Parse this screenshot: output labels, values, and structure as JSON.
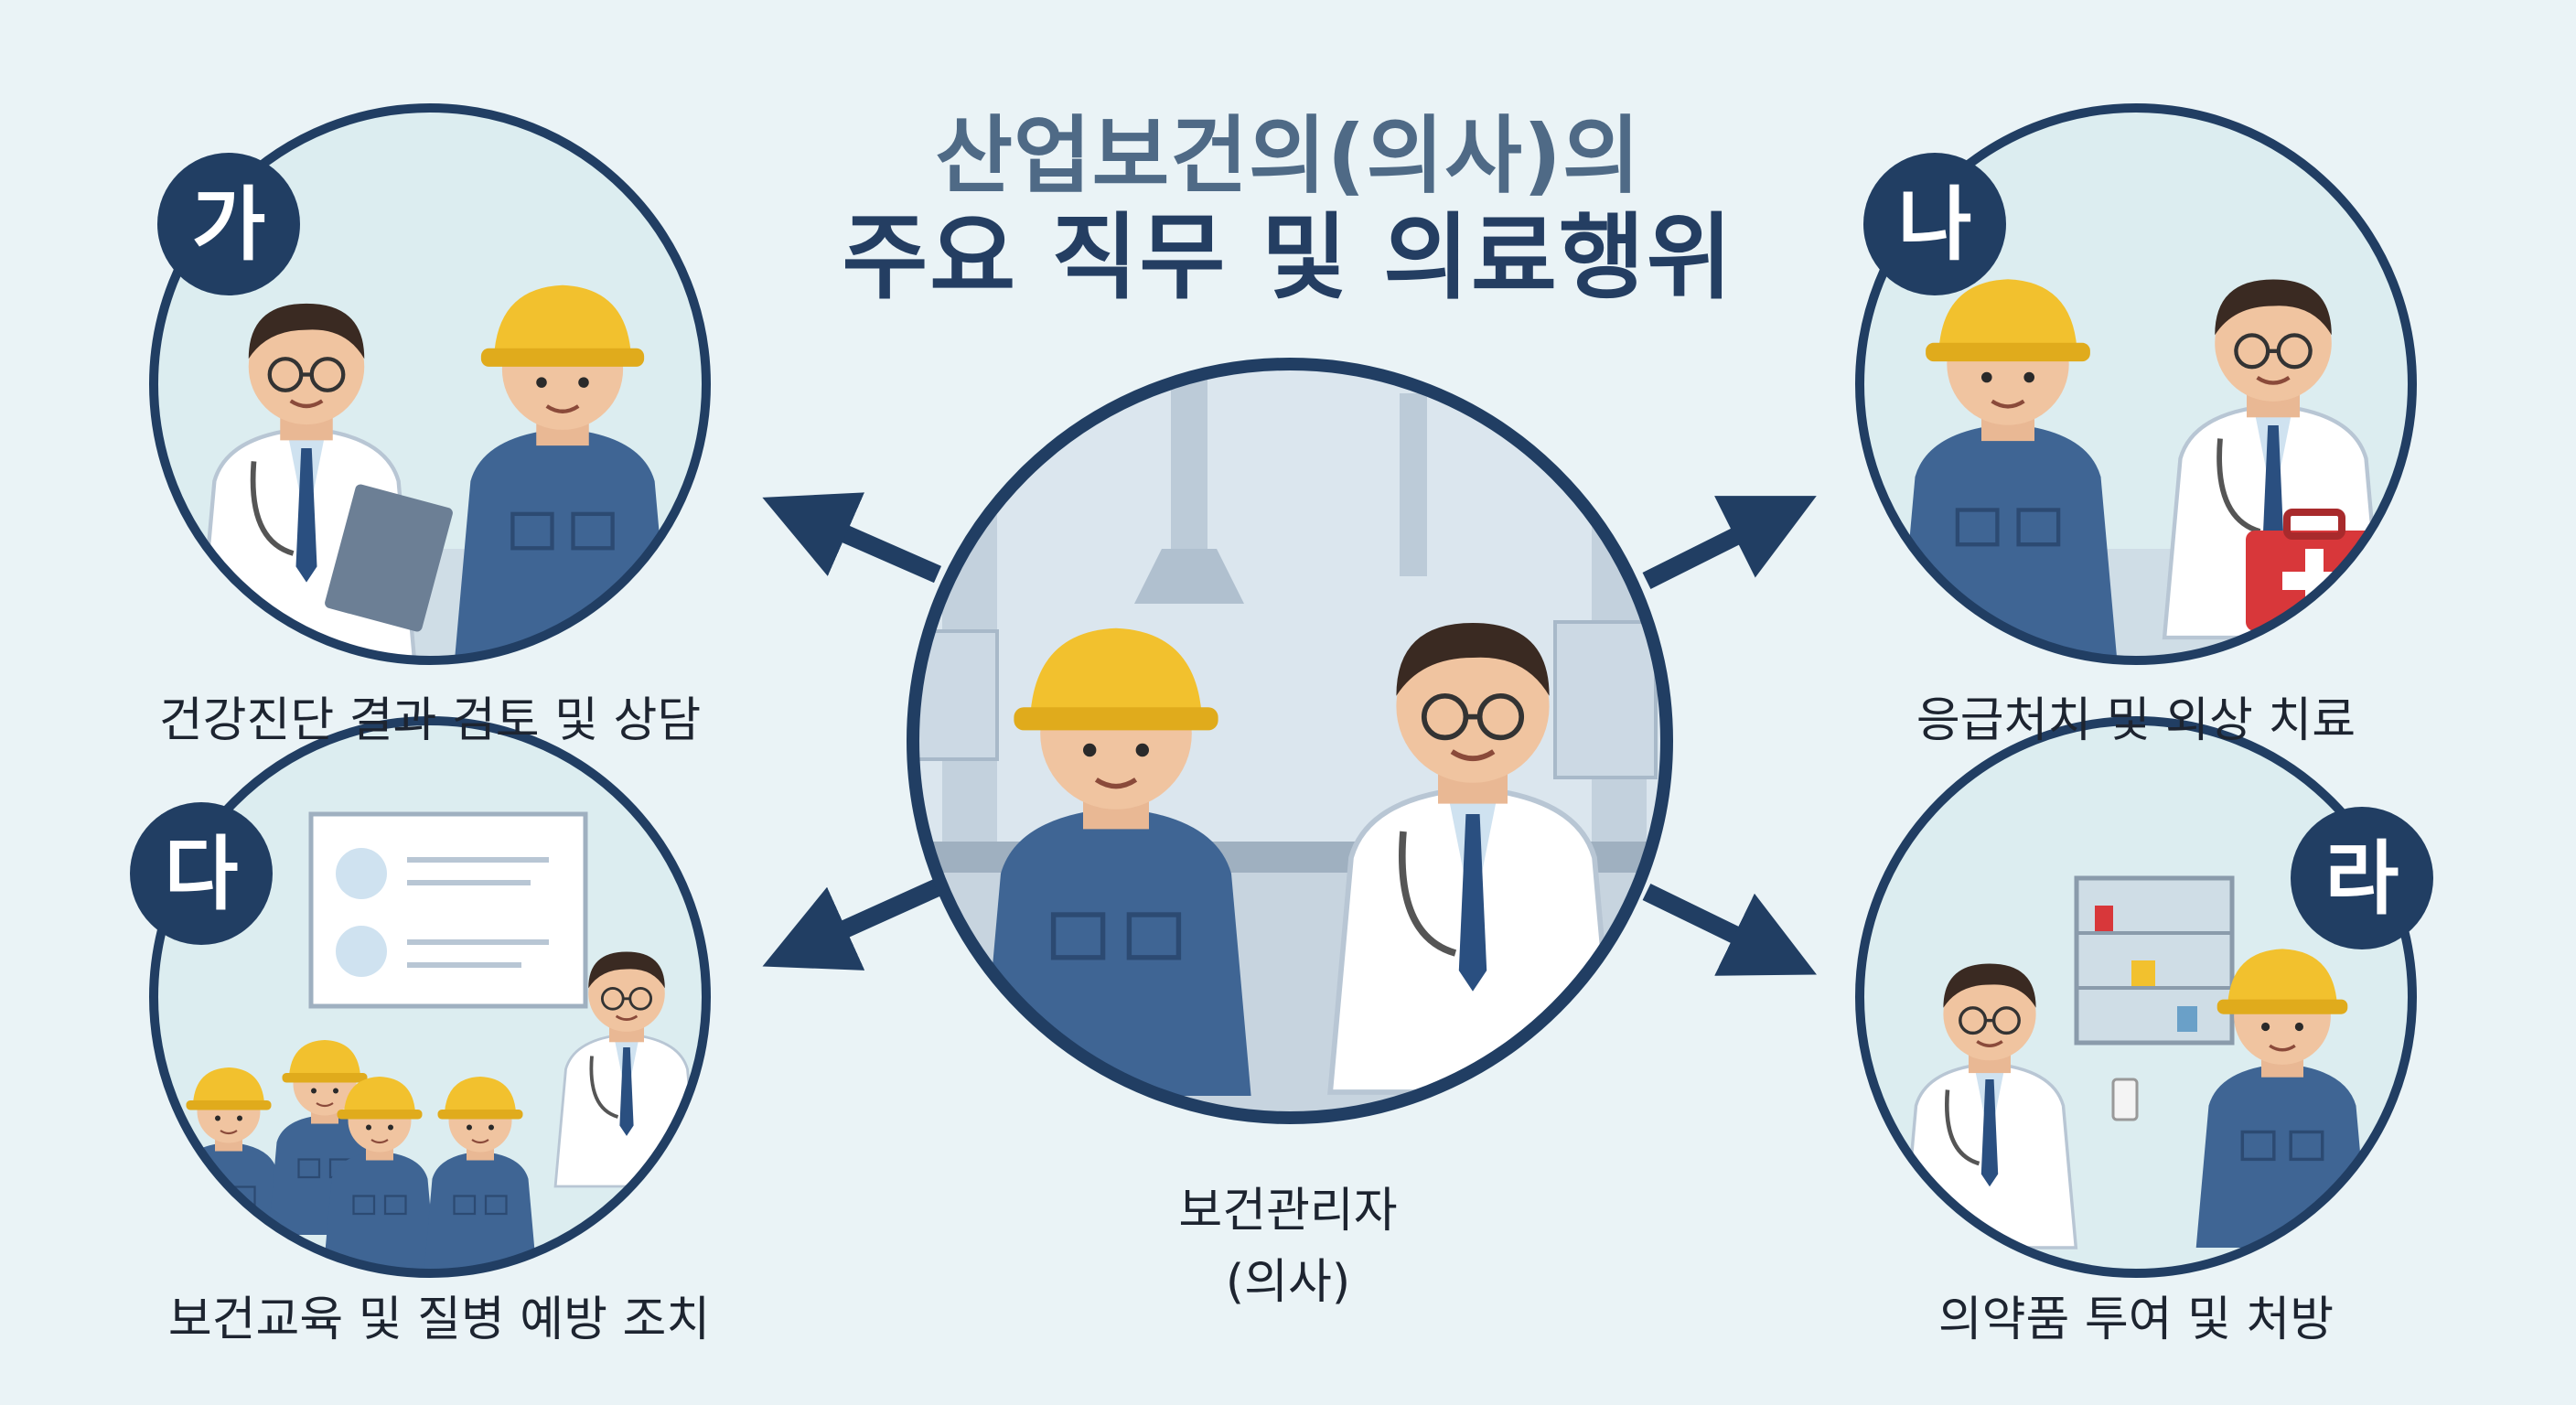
{
  "title": {
    "line1": "산업보건의(의사)의",
    "line2": "주요 직무 및 의료행위"
  },
  "center": {
    "role_line1": "보건관리자",
    "role_line2": "(의사)"
  },
  "duties": [
    {
      "badge": "가",
      "label": "건강진단 결과 검토 및 상담"
    },
    {
      "badge": "나",
      "label": "응급처치 및 외상 치료"
    },
    {
      "badge": "다",
      "label": "보건교육 및 질병 예방 조치"
    },
    {
      "badge": "라",
      "label": "의약품 투여 및 처방"
    }
  ],
  "colors": {
    "background": "#eaf3f6",
    "navy": "#213e63",
    "title_light": "#4f6a86",
    "helmet": "#f2c12e",
    "workwear": "#3f6594",
    "first_aid_kit": "#d8373a"
  }
}
